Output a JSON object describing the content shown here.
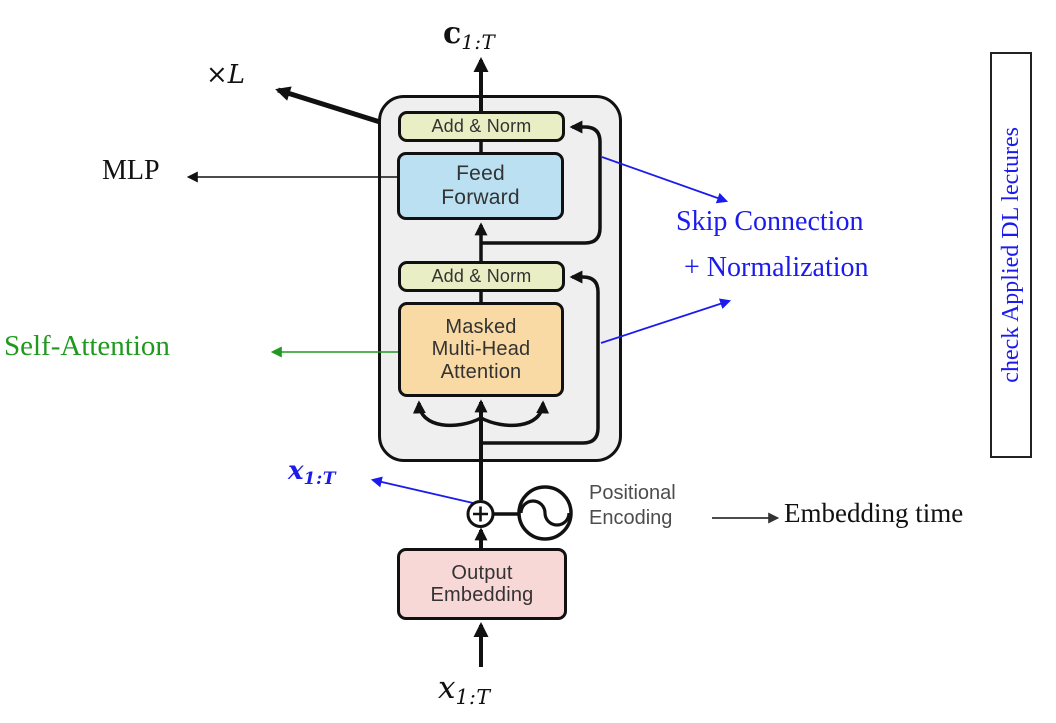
{
  "page": {
    "background": "#ffffff"
  },
  "colors": {
    "container_fill": "#efefef",
    "add_norm_fill": "#e9eec4",
    "feed_forward_fill": "#bae0f2",
    "attention_fill": "#f9d9a4",
    "embedding_fill": "#f8d7d7",
    "outline_black": "#111111",
    "annotation_blue": "#1b1bee",
    "annotation_green": "#1f9a1f",
    "pe_text_gray": "#4d4d4d"
  },
  "math_labels": {
    "context_output": {
      "base": "c",
      "sub": "1:T"
    },
    "repeat_factor": {
      "times": "×",
      "variable": "L"
    },
    "embedded_sequence": {
      "base": "x",
      "sub": "1:T"
    },
    "input_sequence": {
      "base": "x",
      "sub": "1:T"
    }
  },
  "blocks": {
    "add_norm_top": {
      "label": "Add & Norm"
    },
    "feed_forward": {
      "lines": [
        "Feed",
        "Forward"
      ]
    },
    "add_norm_bottom": {
      "label": "Add & Norm"
    },
    "masked_attention": {
      "lines": [
        "Masked",
        "Multi-Head",
        "Attention"
      ]
    },
    "output_embedding": {
      "lines": [
        "Output",
        "Embedding"
      ]
    }
  },
  "labels": {
    "positional_encoding": {
      "lines": [
        "Positional",
        "Encoding"
      ]
    }
  },
  "annotations": {
    "mlp": "MLP",
    "self_attention": "Self-Attention",
    "skip_connection": {
      "line1": "Skip Connection",
      "line2": "+ Normalization"
    },
    "embedding_time": "Embedding time",
    "side_note": "check Applied DL lectures"
  },
  "icons": {
    "sum_node": "circled-plus-icon",
    "positional_encoding_node": "sine-wave-icon"
  }
}
